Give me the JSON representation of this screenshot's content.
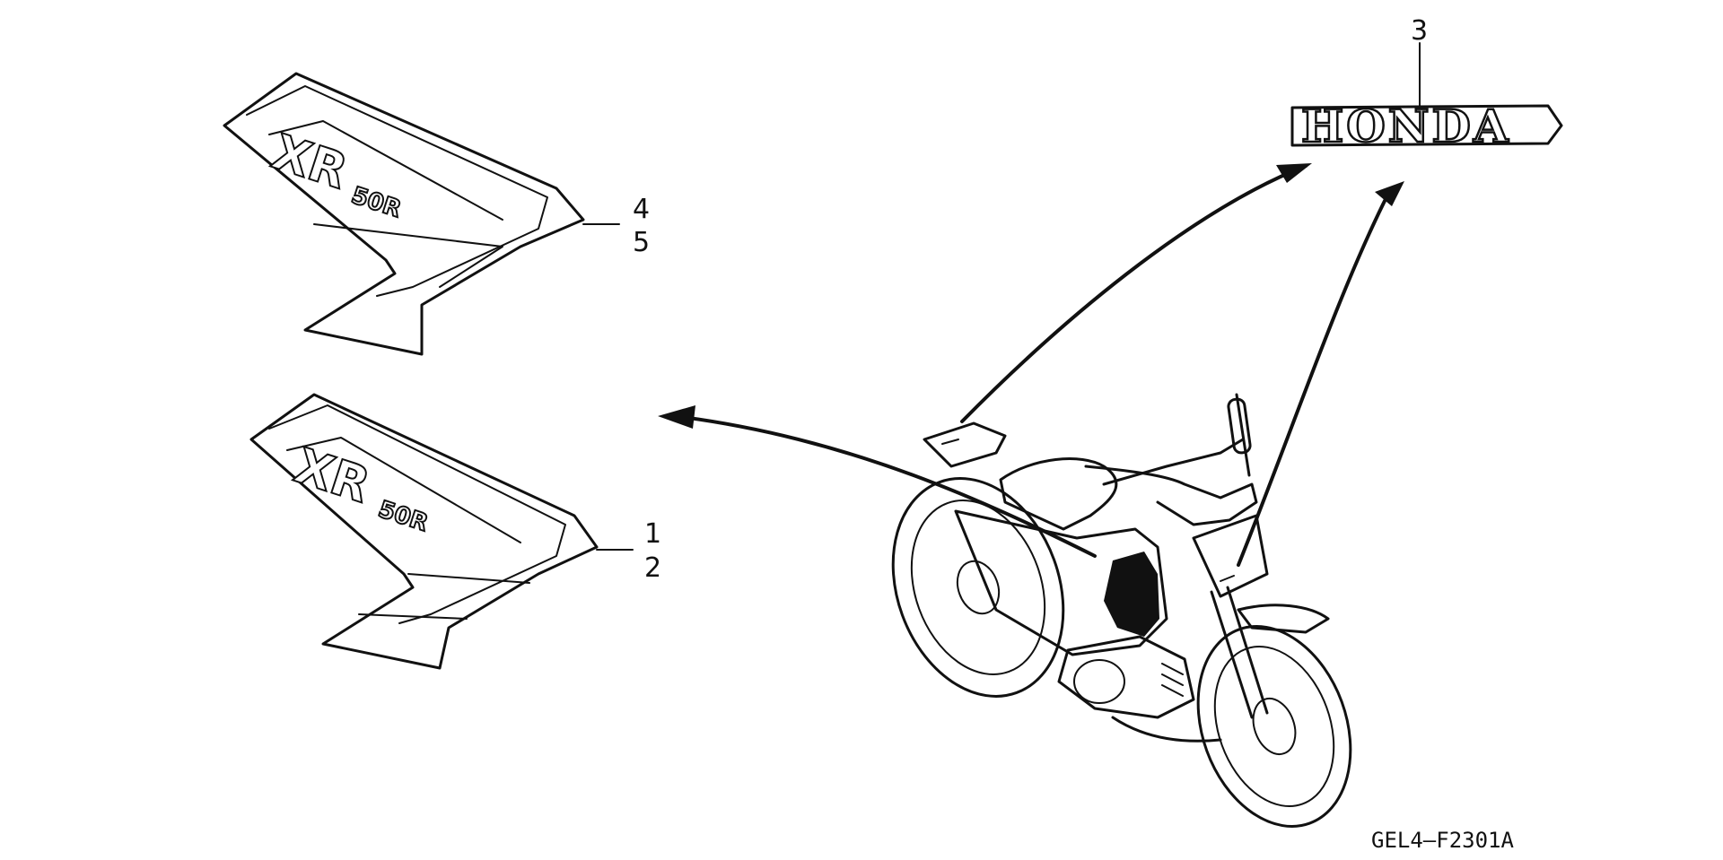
{
  "diagram": {
    "logo_text": "HONDA",
    "decal_model_text": "XR",
    "decal_sub_text": "50R",
    "drawing_code": "GEL4—F2301A",
    "callouts": [
      {
        "id": "1",
        "label": "1"
      },
      {
        "id": "2",
        "label": "2"
      },
      {
        "id": "3",
        "label": "3"
      },
      {
        "id": "4",
        "label": "4"
      },
      {
        "id": "5",
        "label": "5"
      }
    ],
    "colors": {
      "ink": "#111111",
      "paper": "#ffffff"
    }
  }
}
